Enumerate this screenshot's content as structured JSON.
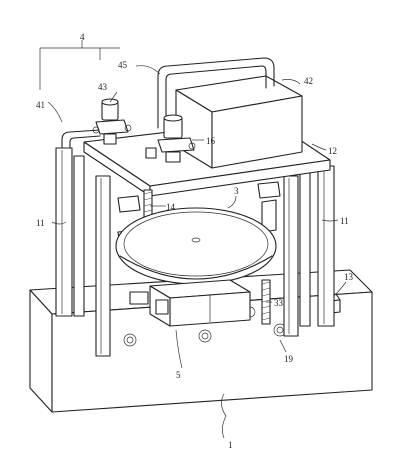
{
  "figure": {
    "labels": [
      {
        "id": "4",
        "text": "4"
      },
      {
        "id": "43",
        "text": "43"
      },
      {
        "id": "45",
        "text": "45"
      },
      {
        "id": "42",
        "text": "42"
      },
      {
        "id": "41",
        "text": "41"
      },
      {
        "id": "16",
        "text": "16"
      },
      {
        "id": "12",
        "text": "12"
      },
      {
        "id": "11-left",
        "text": "11"
      },
      {
        "id": "14",
        "text": "14"
      },
      {
        "id": "3",
        "text": "3"
      },
      {
        "id": "11-right",
        "text": "11"
      },
      {
        "id": "13",
        "text": "13"
      },
      {
        "id": "33",
        "text": "33"
      },
      {
        "id": "19",
        "text": "19"
      },
      {
        "id": "5",
        "text": "5"
      },
      {
        "id": "1",
        "text": "1"
      }
    ]
  }
}
